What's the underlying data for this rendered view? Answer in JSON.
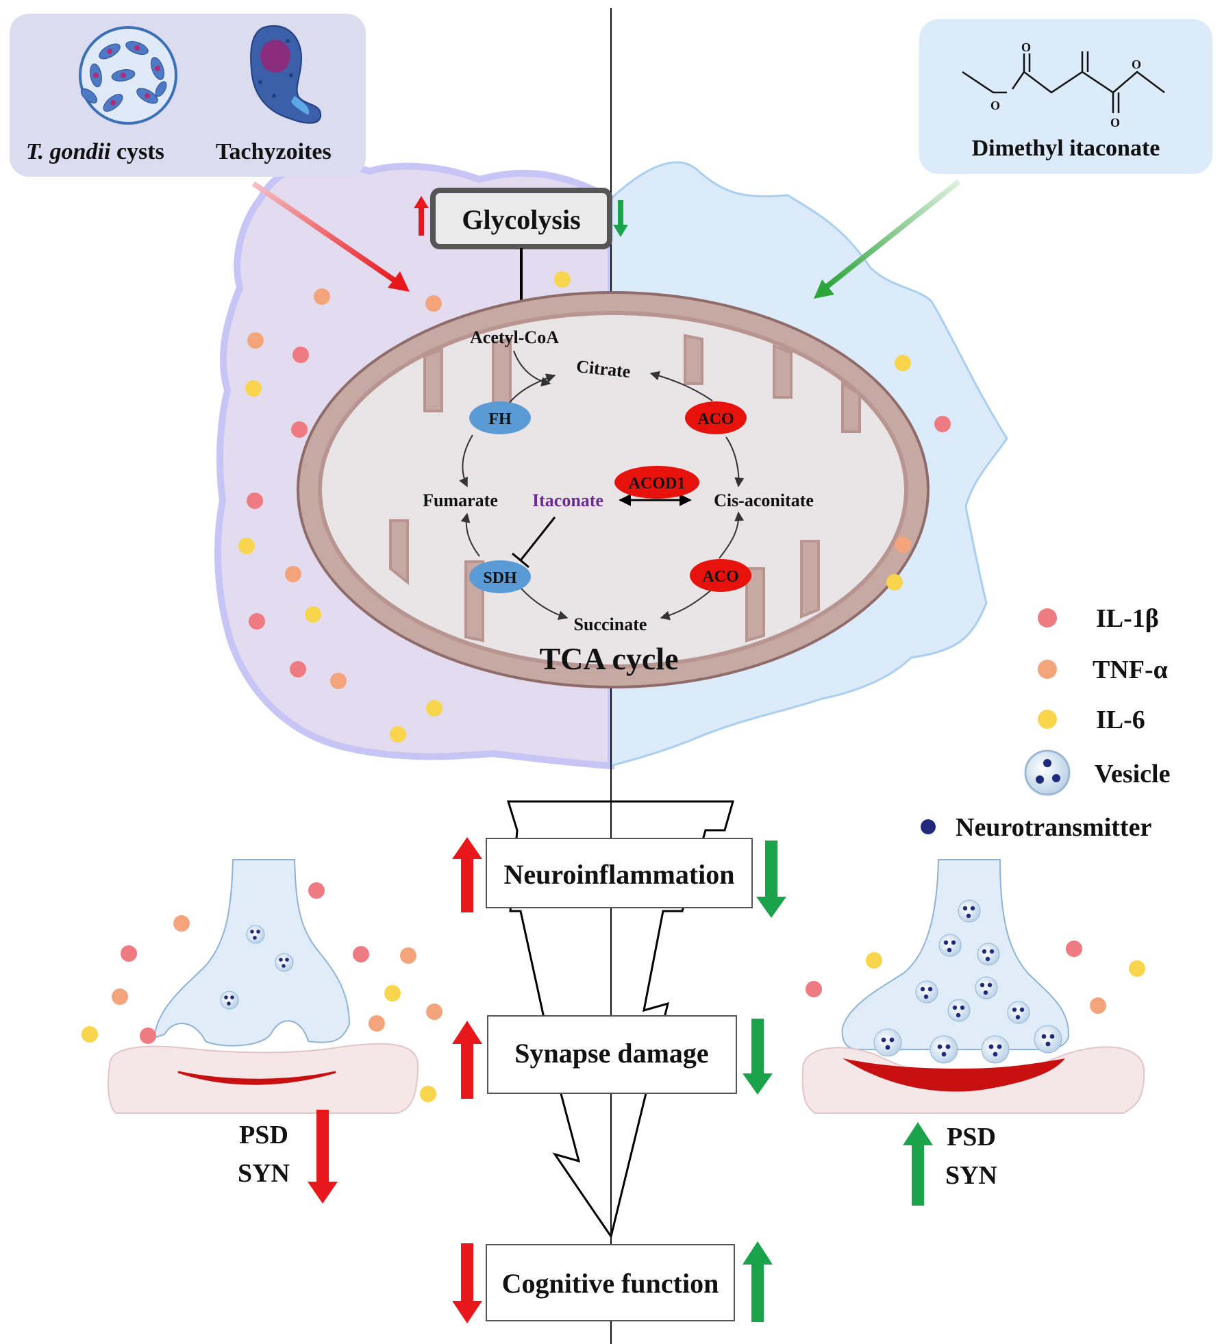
{
  "inputs": {
    "cysts_label_italic": "T. gondii",
    "cysts_label_rest": " cysts",
    "tachyzoites_label": "Tachyzoites",
    "drug_label": "Dimethyl itaconate",
    "chem_o1": "O",
    "chem_o2": "O",
    "chem_o3": "O",
    "chem_o4": "O"
  },
  "metabolism": {
    "glycolysis": "Glycolysis",
    "acetyl_coa": "Acetyl-CoA",
    "citrate": "Citrate",
    "cis_aconitate": "Cis-aconitate",
    "succinate": "Succinate",
    "fumarate": "Fumarate",
    "itaconate": "Itaconate",
    "tca_cycle": "TCA cycle",
    "enzymes": {
      "fh": "FH",
      "sdh": "SDH",
      "aco_top": "ACO",
      "aco_bottom": "ACO",
      "acod1": "ACOD1"
    }
  },
  "legend": {
    "il1b": "IL-1β",
    "tnfa": "TNF-α",
    "il6": "IL-6",
    "vesicle": "Vesicle",
    "neurotransmitter": "Neurotransmitter"
  },
  "outcomes": {
    "neuroinflammation": "Neuroinflammation",
    "synapse_damage": "Synapse damage",
    "cognitive_function": "Cognitive function"
  },
  "synapse": {
    "left_psd": "PSD",
    "left_syn": "SYN",
    "right_psd": "PSD",
    "right_syn": "SYN"
  },
  "colors": {
    "up_red": "#e8171c",
    "down_green": "#1aa34a",
    "il1b": "#ef7b82",
    "tnfa": "#f3a47a",
    "il6": "#f8d54c",
    "enzyme_blue": "#5b9bd5",
    "enzyme_red": "#e8120c",
    "itaconate_purple": "#6a2c91",
    "left_cell": "#e3dcf0",
    "right_cell": "#dcebf9"
  }
}
